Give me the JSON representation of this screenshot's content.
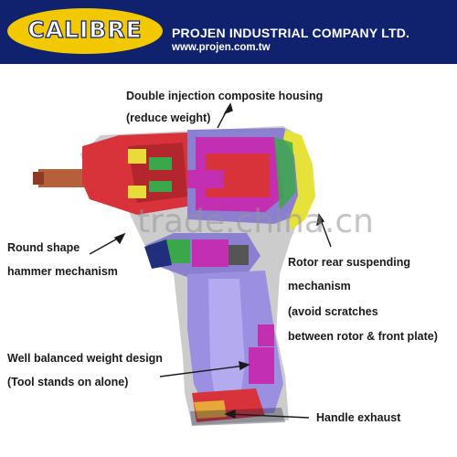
{
  "header": {
    "logo_text": "CALIBRE",
    "company": "PROJEN INDUSTRIAL COMPANY LTD.",
    "website": "www.projen.com.tw"
  },
  "watermark": "trade.china.cn",
  "callouts": {
    "housing_line1": "Double injection composite housing",
    "housing_line2": "(reduce weight)",
    "hammer_line1": "Round shape",
    "hammer_line2": "hammer mechanism",
    "rotor_line1": "Rotor rear suspending",
    "rotor_line2": "mechanism",
    "rotor_line3": "(avoid scratches",
    "rotor_line4": "between rotor & front plate)",
    "balance_line1": "Well balanced weight design",
    "balance_line2": "(Tool stands on alone)",
    "exhaust": "Handle exhaust"
  },
  "colors": {
    "header_bg": "#10226e",
    "logo_yellow": "#f2c900",
    "housing_red": "#d8323a",
    "handle_purple": "#8a7fd0",
    "motor_yellow": "#e7e23a",
    "magenta": "#c22fb0",
    "green": "#3aa84a"
  }
}
